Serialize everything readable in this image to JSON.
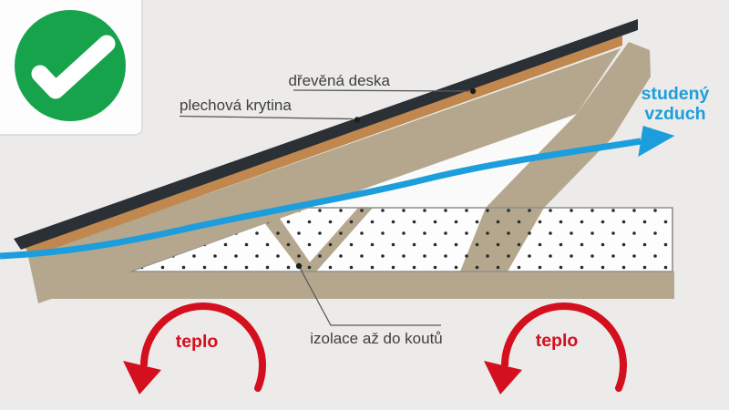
{
  "title": "roof insulation detail diagram",
  "badge": {
    "meaning": "correct-solution-checkmark"
  },
  "labels": {
    "wooden_board": "dřevěná deska",
    "metal_roofing": "plechová krytina",
    "cold_air_line1": "studený",
    "cold_air_line2": "vzduch",
    "insulation": "izolace až do koutů",
    "heat_left": "teplo",
    "heat_right": "teplo"
  },
  "colors": {
    "background": "#ecebe9",
    "attic_white": "#fafafa",
    "green": "#17a34b",
    "blue": "#1b9edb",
    "red": "#d40f1e",
    "wood_tan": "#b4a78e",
    "board_brown": "#c0884f",
    "metal_dark": "#2b2f36",
    "label_text": "#3f3f3f",
    "leader_line": "#5a5a5a",
    "insulation_dot": "#2a2a2a",
    "insulation_border": "#8f8f8f",
    "card_white": "#fdfdfd"
  }
}
